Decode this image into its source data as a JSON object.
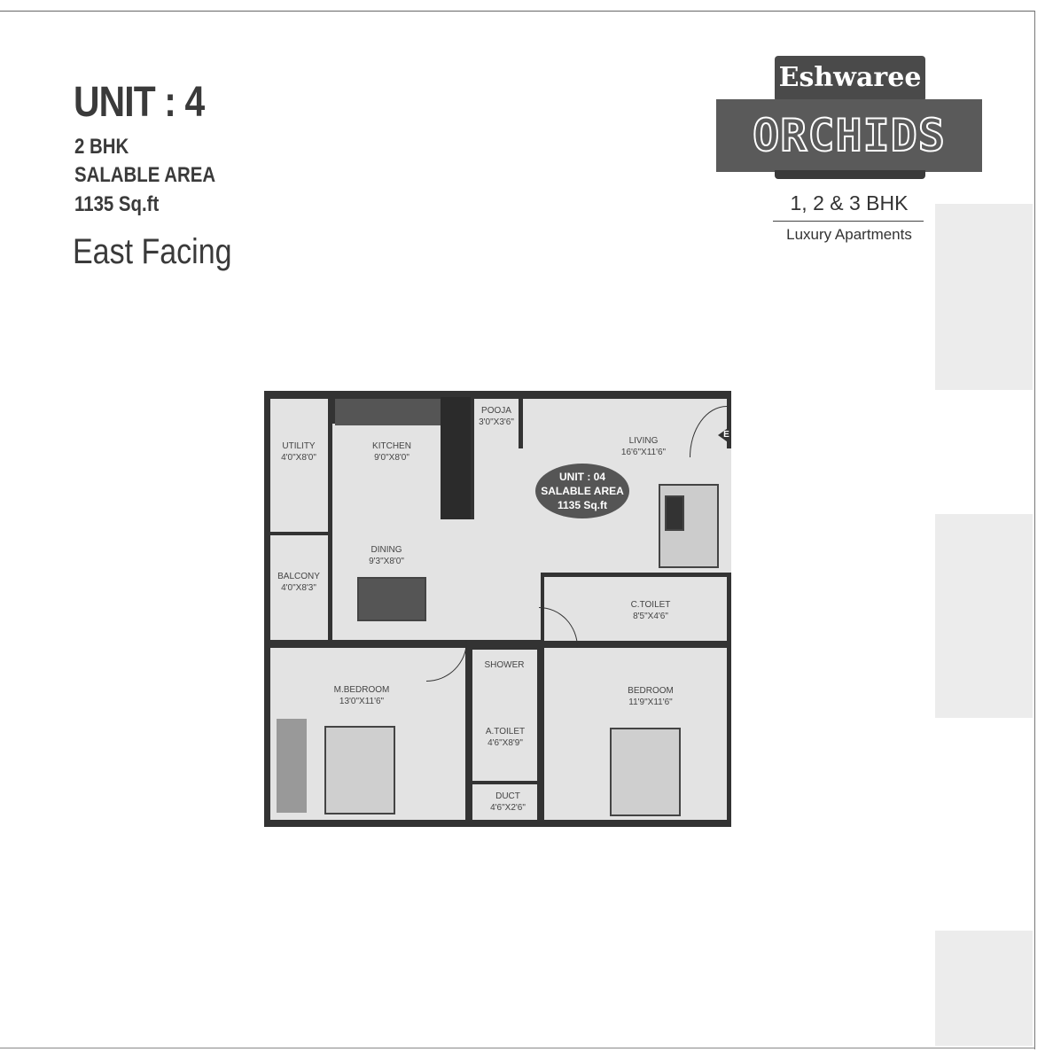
{
  "header": {
    "unit_title": "UNIT : 4",
    "type": "2 BHK",
    "area_label": "SALABLE AREA",
    "area_value": "1135 Sq.ft",
    "facing": "East Facing"
  },
  "logo": {
    "brand_top": "Eshwaree",
    "brand_main": "ORCHIDS",
    "offer": "1, 2 & 3 BHK",
    "tagline": "Luxury Apartments"
  },
  "floor_plan": {
    "badge": {
      "line1": "UNIT : 04",
      "line2": "SALABLE AREA",
      "line3": "1135 Sq.ft"
    },
    "entrance_mark": "E",
    "rooms": [
      {
        "name": "UTILITY",
        "size": "4'0\"X8'0\""
      },
      {
        "name": "KITCHEN",
        "size": "9'0\"X8'0\""
      },
      {
        "name": "POOJA",
        "size": "3'0\"X3'6\""
      },
      {
        "name": "LIVING",
        "size": "16'6\"X11'6\""
      },
      {
        "name": "DINING",
        "size": "9'3\"X8'0\""
      },
      {
        "name": "BALCONY",
        "size": "4'0\"X8'3\""
      },
      {
        "name": "C.TOILET",
        "size": "8'5\"X4'6\""
      },
      {
        "name": "M.BEDROOM",
        "size": "13'0\"X11'6\""
      },
      {
        "name": "SHOWER",
        "size": ""
      },
      {
        "name": "A.TOILET",
        "size": "4'6\"X8'9\""
      },
      {
        "name": "DUCT",
        "size": "4'6\"X2'6\""
      },
      {
        "name": "BEDROOM",
        "size": "11'9\"X11'6\""
      }
    ]
  }
}
